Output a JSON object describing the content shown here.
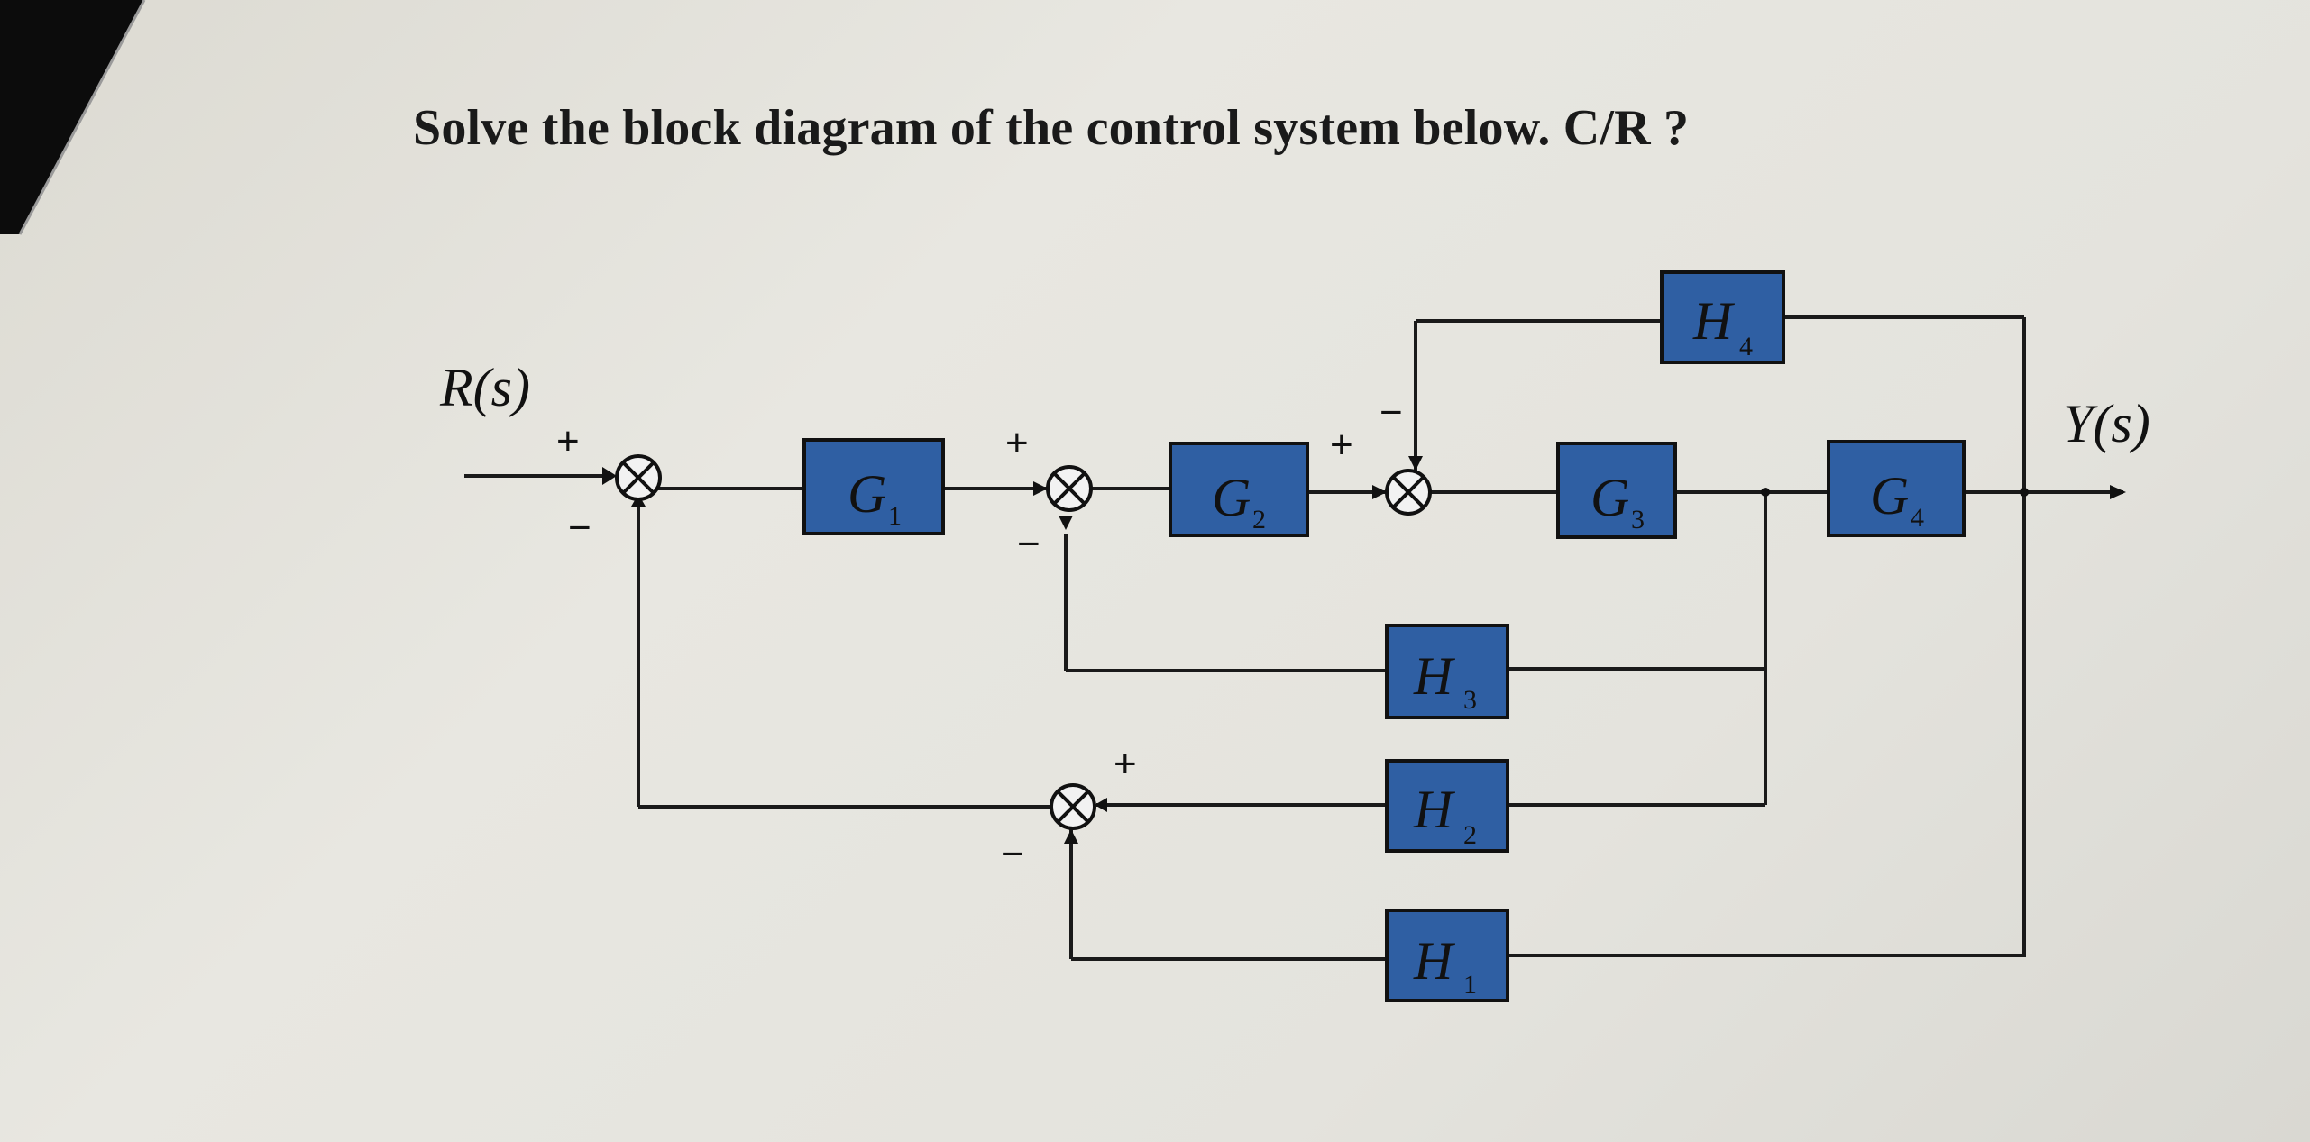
{
  "question": "Solve the block diagram of the control system below. C/R ?",
  "signals": {
    "input": "R(s)",
    "output": "Y(s)"
  },
  "blocks": {
    "G1": {
      "letter": "G",
      "sub": "1"
    },
    "G2": {
      "letter": "G",
      "sub": "2"
    },
    "G3": {
      "letter": "G",
      "sub": "3"
    },
    "G4": {
      "letter": "G",
      "sub": "4"
    },
    "H1": {
      "letter": "H",
      "sub": "1"
    },
    "H2": {
      "letter": "H",
      "sub": "2"
    },
    "H3": {
      "letter": "H",
      "sub": "3"
    },
    "H4": {
      "letter": "H",
      "sub": "4"
    }
  },
  "signs": {
    "sj1_in": "+",
    "sj1_fb": "−",
    "sj2_in": "+",
    "sj2_fb": "−",
    "sj3_in": "+",
    "sj3_fb": "−",
    "sj4_in": "+",
    "sj4_fb": "−"
  },
  "colors": {
    "block_fill": "#2f5fa3",
    "line": "#1a1a1a",
    "background": "#e6e5df"
  }
}
